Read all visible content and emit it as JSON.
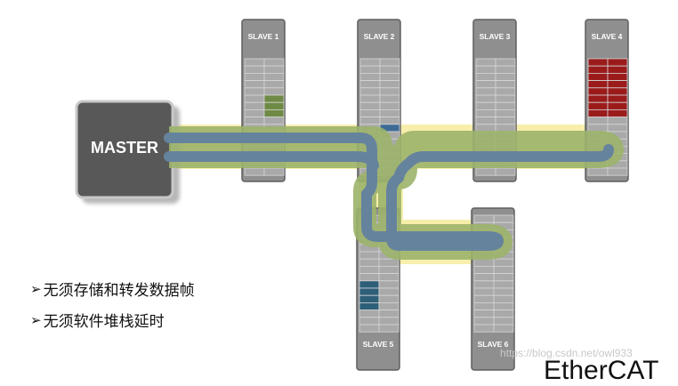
{
  "master": {
    "label": "MASTER"
  },
  "slaves": [
    {
      "label": "SLAVE 1"
    },
    {
      "label": "SLAVE 2"
    },
    {
      "label": "SLAVE 3"
    },
    {
      "label": "SLAVE 4"
    },
    {
      "label": "SLAVE 5"
    },
    {
      "label": "SLAVE 6"
    }
  ],
  "bullets": [
    "无须存储和转发数据帧",
    "无须软件堆栈延时"
  ],
  "watermark": "https://blog.csdn.net/owl933",
  "logo": {
    "text": "EtherCAT"
  },
  "colors": {
    "device_body": "#8f8f8f",
    "device_border": "#5f5f5f",
    "master_body": "#585858",
    "master_border": "#c8c8c8",
    "band": "#f6ec9e",
    "track_outer": "#9cb26a",
    "track_center": "#66839d",
    "slave1_memory": "#6e8a45",
    "slave2_memory": "#3e6a96",
    "slave4_memory": "#9b1b1b",
    "slave5_memory": "#2e5f78",
    "logo_accent": "#d40000"
  }
}
